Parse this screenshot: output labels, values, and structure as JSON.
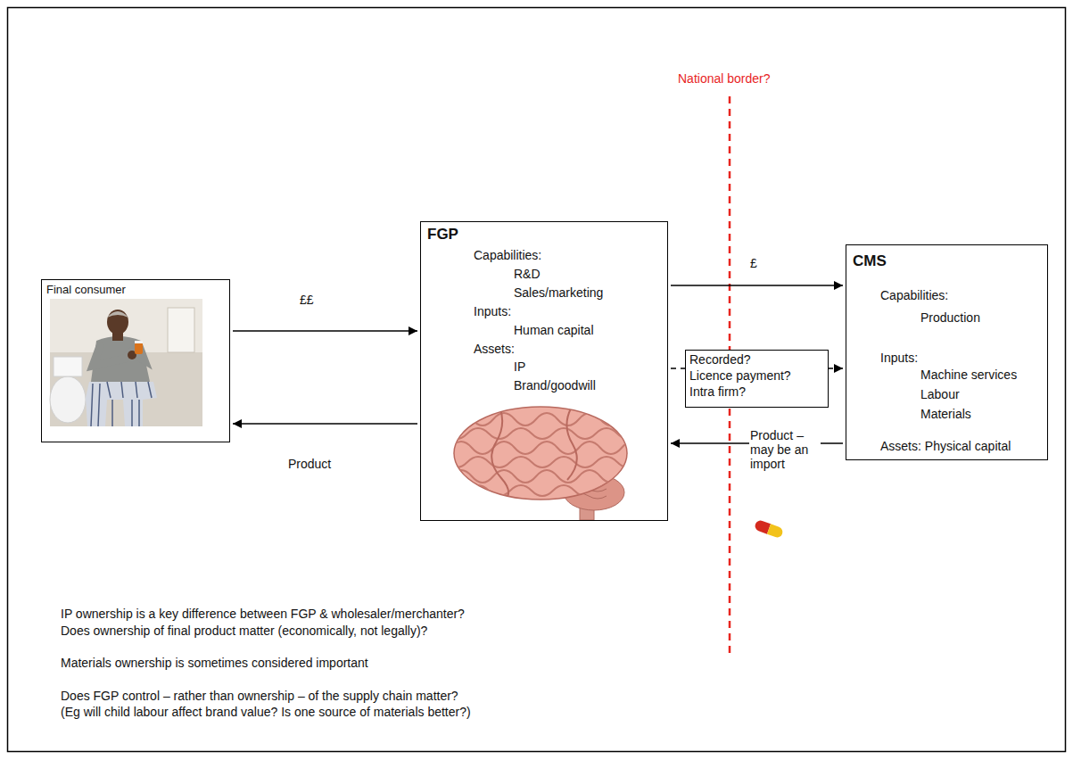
{
  "diagram": {
    "nodes": [
      {
        "text": [
          "Final consumer"
        ]
      },
      {
        "text": [
          "FGP",
          "Capabilities:",
          "R&D",
          "Sales/marketing",
          "Inputs:",
          "Human capital",
          "Assets:",
          "IP",
          "Brand/goodwill"
        ]
      },
      {
        "text": [
          "Recorded?",
          "Licence payment?",
          "Intra firm?"
        ]
      },
      {
        "text": [
          "CMS",
          "Capabilities:",
          "Production",
          "Inputs:",
          "Machine services",
          "Labour",
          "Materials",
          "Assets: Physical capital"
        ]
      }
    ],
    "edges": [
      {
        "from": 0,
        "to": 1,
        "label": "££",
        "arrow": "to"
      },
      {
        "from": 1,
        "to": 0,
        "label": "Product",
        "arrow": "to"
      },
      {
        "from": 1,
        "to": 3,
        "label": "£",
        "arrow": "to"
      },
      {
        "from": 1,
        "to": 3,
        "arrow": "to"
      },
      {
        "from": 3,
        "to": 1,
        "label": "Product – may be an import",
        "arrow": "to"
      }
    ],
    "labels": [
      "National border?",
      "IP ownership is a key difference between FGP & wholesaler/merchanter?",
      "Does ownership of final product matter (economically, not legally)?",
      "Materials ownership is sometimes considered important",
      "Does FGP control – rather than ownership – of the supply chain matter?",
      "(Eg will child labour affect brand value? Is one source of materials better?)"
    ]
  }
}
